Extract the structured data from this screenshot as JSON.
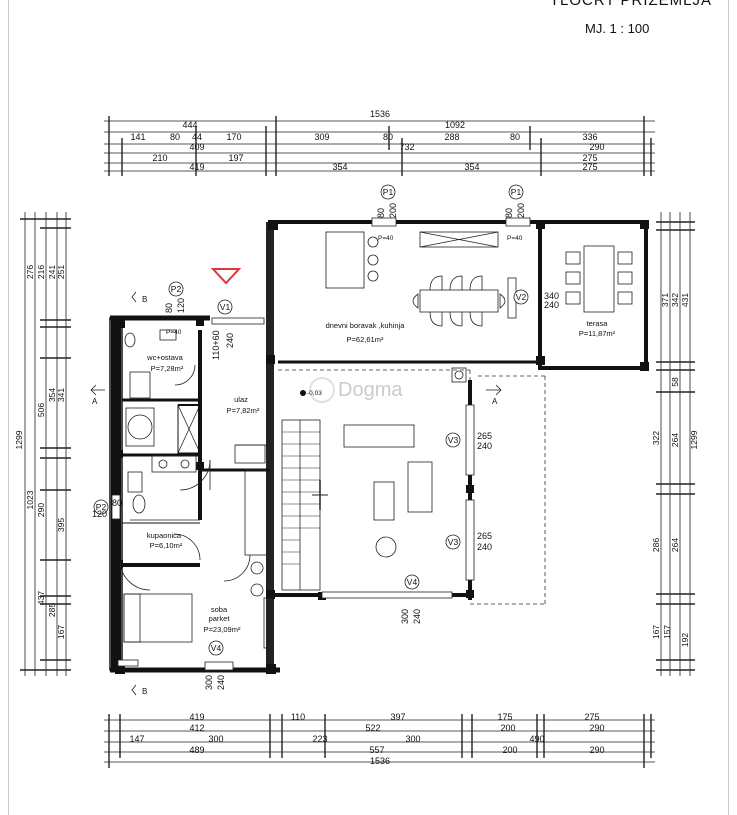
{
  "title": "TLOCRT PRIZEMLJA",
  "scale": "MJ. 1 : 100",
  "watermark": "Dogma",
  "dims_top": {
    "row1": [
      "444",
      "1092"
    ],
    "row2": [
      "141",
      "80",
      "44",
      "170",
      "309",
      "80",
      "288",
      "80",
      "336"
    ],
    "row3": [
      "409",
      "732",
      "290"
    ],
    "row4": [
      "210",
      "197",
      "275"
    ],
    "row5": [
      "419",
      "354",
      "354",
      "275"
    ],
    "total": "1536"
  },
  "dims_bottom": {
    "row1": [
      "419",
      "110",
      "397",
      "175",
      "275"
    ],
    "row2": [
      "412",
      "522",
      "200",
      "290"
    ],
    "row3": [
      "147",
      "300",
      "223",
      "300",
      "490"
    ],
    "row4": [
      "489",
      "557",
      "200",
      "290"
    ],
    "total": "1536"
  },
  "dims_left": [
    "276",
    "216",
    "241",
    "251",
    "506",
    "354",
    "341",
    "1023",
    "290",
    "395",
    "437",
    "285",
    "167",
    "1299"
  ],
  "dims_right": [
    "371",
    "342",
    "431",
    "58",
    "322",
    "264",
    "1299",
    "286",
    "264",
    "167",
    "157",
    "192"
  ],
  "rooms": [
    {
      "name": "dnevni boravak ,kuhinja",
      "area": "P=62,61m²"
    },
    {
      "name": "terasa",
      "area": "P=11,87m²"
    },
    {
      "name": "wc+ostava",
      "area": "P=7,28m²"
    },
    {
      "name": "ulaz",
      "area": "P=7,82m²"
    },
    {
      "name": "kupaonica",
      "area": "P=6,10m²"
    },
    {
      "name": "soba",
      "sub": "parket",
      "area": "P=23,09m²"
    }
  ],
  "openings": [
    {
      "tag": "P1",
      "w": "80",
      "h": "200"
    },
    {
      "tag": "P1",
      "w": "80",
      "h": "200"
    },
    {
      "tag": "P2",
      "w": "80",
      "h": "120"
    },
    {
      "tag": "P2",
      "w": "80",
      "h": "120"
    },
    {
      "tag": "V1",
      "w": "110+60",
      "h": "240"
    },
    {
      "tag": "V2",
      "w": "340",
      "h": "240"
    },
    {
      "tag": "V3",
      "w": "265",
      "h": "240"
    },
    {
      "tag": "V3",
      "w": "265",
      "h": "240"
    },
    {
      "tag": "V4",
      "w": "300",
      "h": "240"
    },
    {
      "tag": "V4",
      "w": "300",
      "h": "240"
    }
  ],
  "sill_labels": [
    "P=40",
    "P=40",
    "P=40"
  ],
  "section_marks": [
    "A",
    "A",
    "B",
    "B"
  ],
  "level_mark": "-0,03"
}
